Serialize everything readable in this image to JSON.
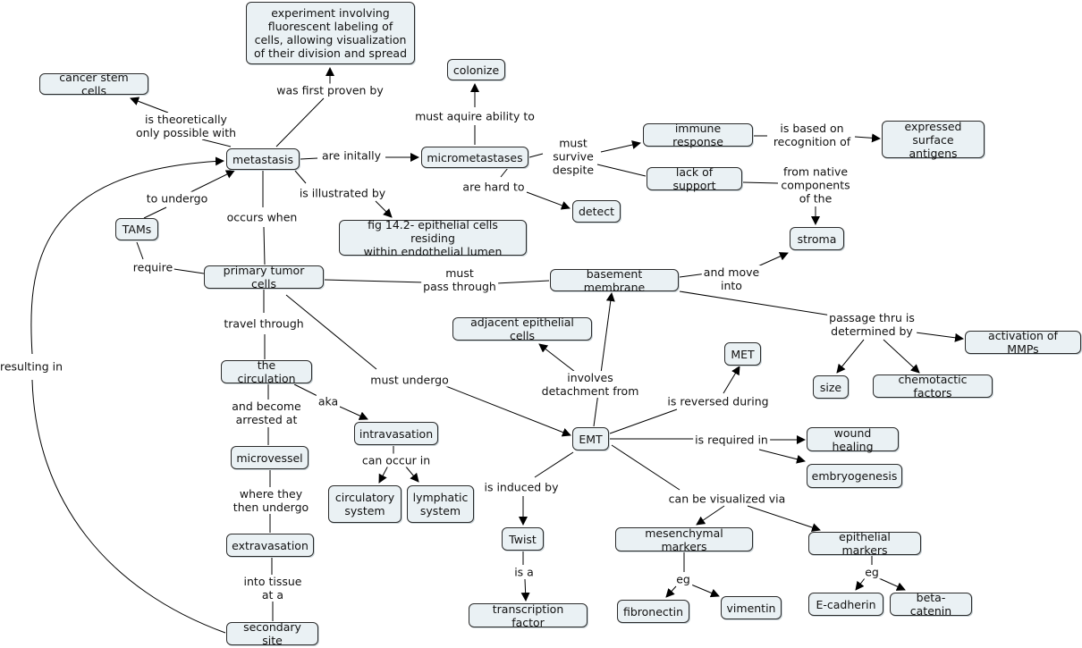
{
  "concepts": {
    "experiment": "experiment involving fluorescent labeling of cells, allowing visualization of their division and spread",
    "cancer_stem_cells": "cancer stem cells",
    "colonize": "colonize",
    "metastasis": "metastasis",
    "micrometastases": "micrometastases",
    "immune_response": "immune response",
    "expressed_surface_antigens": "expressed\nsurface antigens",
    "lack_of_support": "lack of support",
    "detect": "detect",
    "stroma": "stroma",
    "tams": "TAMs",
    "fig_14_2": "fig 14.2- epithelial cells residing\nwithin endothelial lumen",
    "primary_tumor_cells": "primary tumor cells",
    "basement_membrane": "basement membrane",
    "adjacent_epithelial_cells": "adjacent epithelial cells",
    "met": "MET",
    "activation_of_mmps": "activation of MMPs",
    "size": "size",
    "chemotactic_factors": "chemotactic factors",
    "the_circulation": "the circulation",
    "intravasation": "intravasation",
    "emt": "EMT",
    "wound_healing": "wound healing",
    "embryogenesis": "embryogenesis",
    "microvessel": "microvessel",
    "circulatory_system": "circulatory\nsystem",
    "lymphatic_system": "lymphatic\nsystem",
    "extravasation": "extravasation",
    "twist": "Twist",
    "mesenchymal_markers": "mesenchymal markers",
    "epithelial_markers": "epithelial markers",
    "transcription_factor": "transcription factor",
    "fibronectin": "fibronectin",
    "vimentin": "vimentin",
    "e_cadherin": "E-cadherin",
    "beta_catenin": "beta-catenin",
    "secondary_site": "secondary site"
  },
  "links": {
    "was_first_proven_by": "was first proven by",
    "is_theoretically_only_possible_with": "is theoretically\nonly possible with",
    "must_aquire_ability_to": "must aquire ability to",
    "are_initally": "are initally",
    "must_survive_despite": "must\nsurvive\ndespite",
    "is_based_on_recognition_of": "is based on\nrecognition of",
    "from_native_components_of_the": "from native\ncomponents\nof the",
    "are_hard_to": "are hard to",
    "is_illustrated_by": "is illustrated by",
    "to_undergo": "to undergo",
    "occurs_when": "occurs when",
    "require": "require",
    "must_pass_through": "must\npass through",
    "and_move_into": "and move\ninto",
    "passage_thru_is_determined_by": "passage thru is\ndetermined by",
    "travel_through": "travel through",
    "must_undergo": "must undergo",
    "involves_detachment_from": "involves\ndetachment from",
    "is_reversed_during": "is reversed during",
    "is_required_in": "is required in",
    "aka": "aka",
    "and_become_arrested_at": "and become\narrested at",
    "can_occur_in": "can occur in",
    "where_they_then_undergo": "where they\nthen undergo",
    "is_induced_by": "is induced by",
    "can_be_visualized_via": "can be visualized via",
    "is_a": "is a",
    "eg_mesenchymal": "eg",
    "eg_epithelial": "eg",
    "into_tissue_at_a": "into tissue\nat a",
    "resulting_in": "resulting in"
  }
}
